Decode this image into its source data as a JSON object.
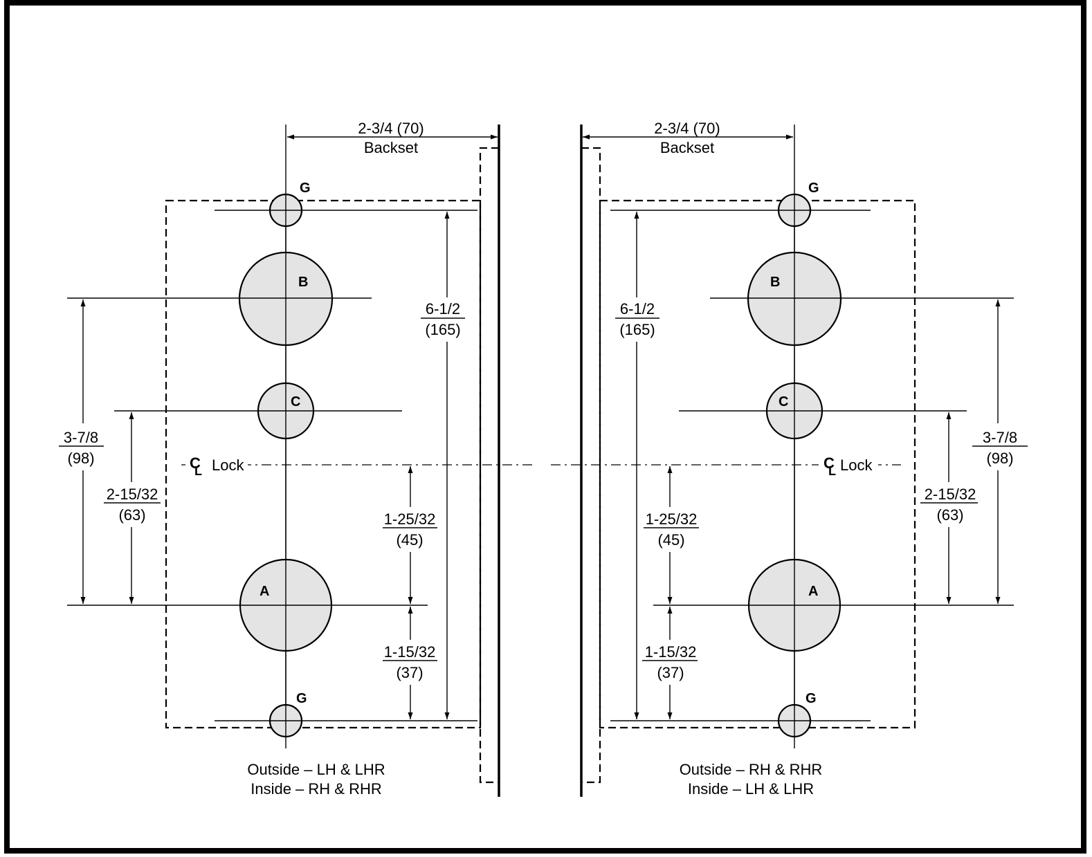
{
  "colors": {
    "hole_fill": "#e4e4e4",
    "line": "#000000",
    "background": "#ffffff"
  },
  "left": {
    "backset_value": "2-3/4 (70)",
    "backset_label": "Backset",
    "g_top": "G",
    "b": "B",
    "c": "C",
    "a": "A",
    "g_bottom": "G",
    "dim_total_top": "6-1/2",
    "dim_total_bottom": "(165)",
    "dim_ba_top": "3-7/8",
    "dim_ba_bottom": "(98)",
    "dim_ca_top": "2-15/32",
    "dim_ca_bottom": "(63)",
    "dim_lock_a_top": "1-25/32",
    "dim_lock_a_bottom": "(45)",
    "dim_a_g_top": "1-15/32",
    "dim_a_g_bottom": "(37)",
    "cl_symbol_c": "C",
    "cl_symbol_l": "L",
    "cl_label": "Lock",
    "caption_line1": "Outside – LH & LHR",
    "caption_line2": "Inside – RH & RHR"
  },
  "right": {
    "backset_value": "2-3/4 (70)",
    "backset_label": "Backset",
    "g_top": "G",
    "b": "B",
    "c": "C",
    "a": "A",
    "g_bottom": "G",
    "dim_total_top": "6-1/2",
    "dim_total_bottom": "(165)",
    "dim_ba_top": "3-7/8",
    "dim_ba_bottom": "(98)",
    "dim_ca_top": "2-15/32",
    "dim_ca_bottom": "(63)",
    "dim_lock_a_top": "1-25/32",
    "dim_lock_a_bottom": "(45)",
    "dim_a_g_top": "1-15/32",
    "dim_a_g_bottom": "(37)",
    "cl_symbol_c": "C",
    "cl_symbol_l": "L",
    "cl_label": "Lock",
    "caption_line1": "Outside – RH & RHR",
    "caption_line2": "Inside – LH & LHR"
  }
}
